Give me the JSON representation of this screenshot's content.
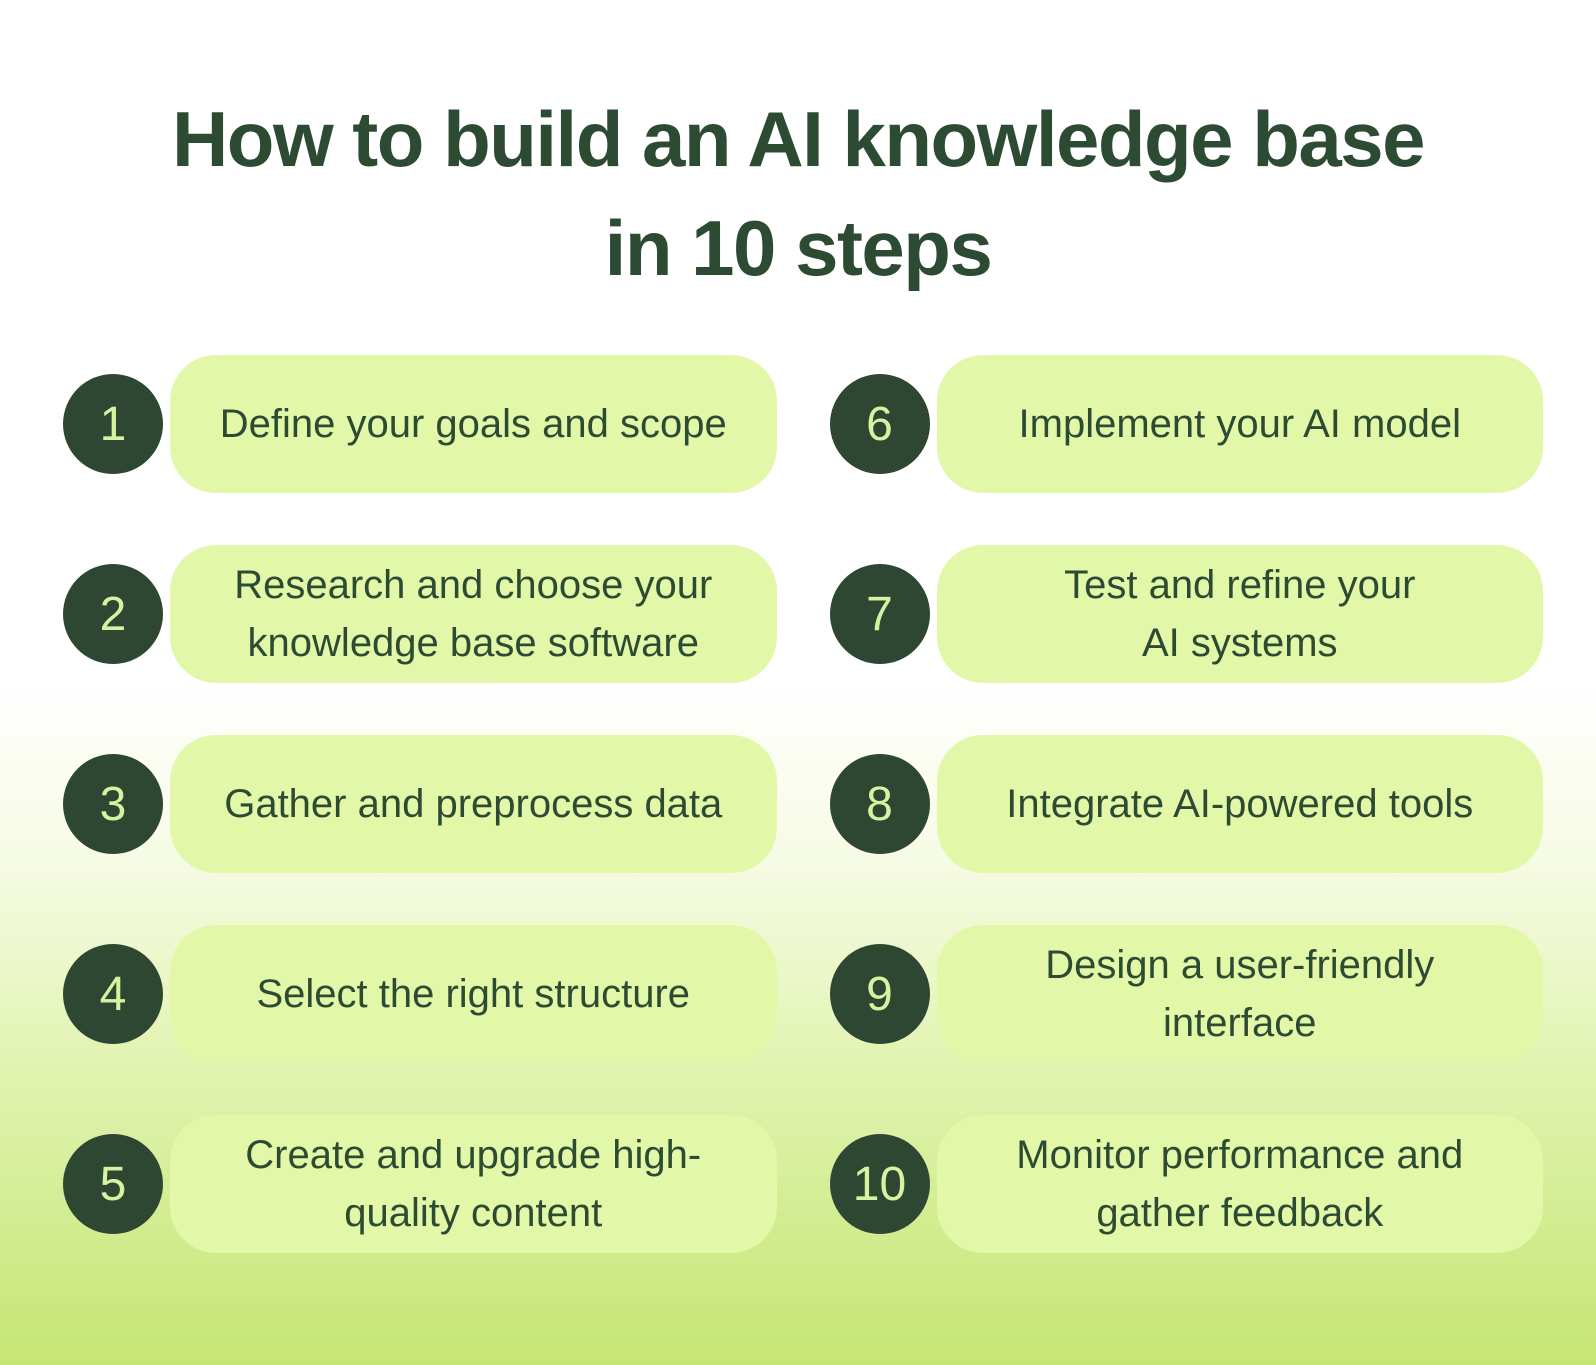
{
  "title": {
    "line1": "How to build an AI knowledge base",
    "line2": "in 10 steps"
  },
  "steps": [
    {
      "number": "1",
      "label": "Define your goals and scope"
    },
    {
      "number": "2",
      "label": "Research and choose your\nknowledge base software"
    },
    {
      "number": "3",
      "label": "Gather and preprocess data"
    },
    {
      "number": "4",
      "label": "Select the right structure"
    },
    {
      "number": "5",
      "label": "Create and upgrade high-\nquality content"
    },
    {
      "number": "6",
      "label": "Implement your AI model"
    },
    {
      "number": "7",
      "label": "Test and refine your\nAI systems"
    },
    {
      "number": "8",
      "label": "Integrate AI-powered tools"
    },
    {
      "number": "9",
      "label": "Design a user-friendly\ninterface"
    },
    {
      "number": "10",
      "label": "Monitor performance and\ngather feedback"
    }
  ],
  "colors": {
    "title_text": "#2d4b33",
    "badge_bg": "#2d4732",
    "badge_text": "#d9f2a2",
    "pill_bg": "#e2f8a8",
    "pill_text": "#2d4b33",
    "bg_top": "#ffffff",
    "bg_bottom": "#c6e674"
  }
}
